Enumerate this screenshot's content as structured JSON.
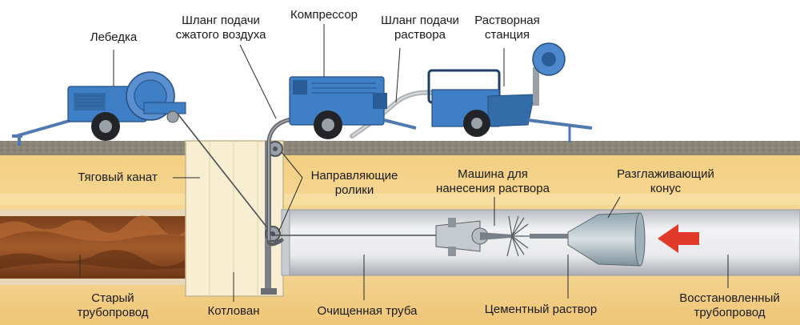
{
  "colors": {
    "ground": "#8a8378",
    "soil": "#f0c878",
    "soil_light": "#f7dea0",
    "machine_blue": "#3f7fc6",
    "machine_dark": "#2a5d97",
    "pit_wall": "#f7eccf",
    "old_pipe": "#8b4a22",
    "new_pipe": "#e3e5e8",
    "arrow": "#e23a2a"
  },
  "labels": {
    "winch": "Лебедка",
    "air_hose": [
      "Шланг подачи",
      "сжатого воздуха"
    ],
    "compressor": "Компрессор",
    "mortar_hose": [
      "Шланг подачи",
      "раствора"
    ],
    "mortar_station": [
      "Растворная",
      "станция"
    ],
    "traction_rope": "Тяговый канат",
    "guide_rollers": [
      "Направляющие",
      "ролики"
    ],
    "mortar_machine": [
      "Машина для",
      "нанесения раствора"
    ],
    "smoothing_cone": [
      "Разглаживающий",
      "конус"
    ],
    "old_pipeline": [
      "Старый",
      "трубопровод"
    ],
    "pit": "Котлован",
    "cleaned_pipe": "Очищенная труба",
    "cement_mortar": "Цементный раствор",
    "restored_pipeline": [
      "Восстановленный",
      "трубопровод"
    ]
  },
  "icons": [
    "winch-icon",
    "compressor-icon",
    "mortar-station-icon",
    "direction-arrow-icon"
  ]
}
